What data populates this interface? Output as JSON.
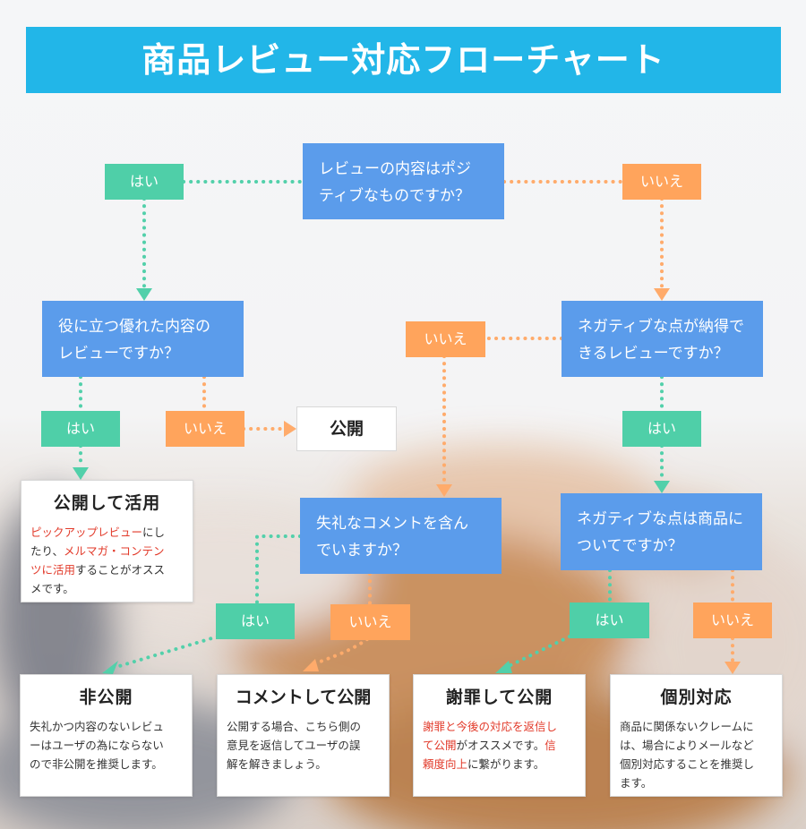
{
  "title": "商品レビュー対応フローチャート",
  "colors": {
    "title_bg": "#22b6e8",
    "question": "#5b9ceb",
    "yes": "#4fcfa8",
    "no": "#ffa45c",
    "highlight": "#e23a2a"
  },
  "questions": {
    "q1_line1": "レビューの内容はポジ",
    "q1_line2": "ティブなものですか？",
    "q2_line1": "役に立つ優れた内容の",
    "q2_line2": "レビューですか？",
    "q3_line1": "ネガティブな点が納得で",
    "q3_line2": "きるレビューですか？",
    "q4_line1": "失礼なコメントを含ん",
    "q4_line2": "でいますか？",
    "q5_line1": "ネガティブな点は商品に",
    "q5_line2": "ついてですか？"
  },
  "labels": {
    "yes": "はい",
    "no": "いいえ",
    "publish": "公開"
  },
  "results": {
    "r1": {
      "title": "公開して活用",
      "t1": "ピックアップレビュー",
      "t2": "にし",
      "t3": "たり、",
      "t4": "メルマガ・コンテン",
      "t5": "ツに活用",
      "t6": "することがオスス",
      "t7": "メです。"
    },
    "r2": {
      "title": "非公開",
      "l1": "失礼かつ内容のないレビュ",
      "l2": "ーはユーザの為にならない",
      "l3": "ので非公開を推奨します。"
    },
    "r3": {
      "title": "コメントして公開",
      "l1": "公開する場合、こちら側の",
      "l2": "意見を返信してユーザの誤",
      "l3": "解を解きましょう。"
    },
    "r4": {
      "title": "謝罪して公開",
      "t1": "謝罪と今後の対応を返信し",
      "t2": "て公開",
      "t3": "がオススメです。",
      "t4": "信",
      "t5": "頼度向上",
      "t6": "に繋がります。"
    },
    "r5": {
      "title": "個別対応",
      "l1": "商品に関係ないクレームに",
      "l2": "は、場合によりメールなど",
      "l3": "個別対応することを推奨し",
      "l4": "ます。"
    }
  }
}
